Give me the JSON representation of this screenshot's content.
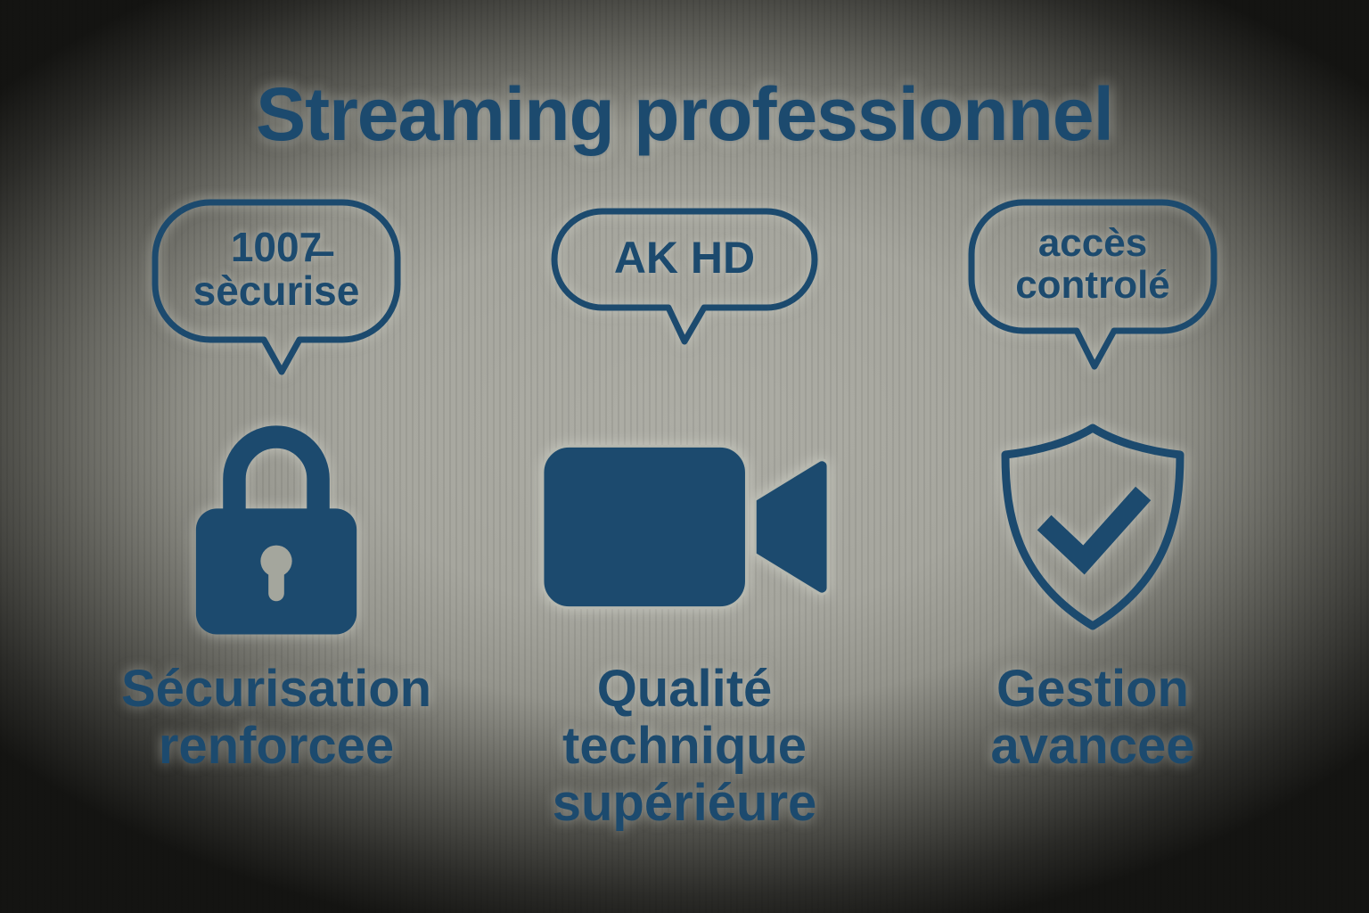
{
  "title": "Streaming professionnel",
  "colors": {
    "navy": "#1c4a6e",
    "background_center": "#a9a9a1",
    "background_edge": "#141412"
  },
  "columns": [
    {
      "id": "security",
      "bubble": {
        "line1": "1007̶",
        "line2": "sècurise"
      },
      "icon": "lock-icon",
      "caption": {
        "line1": "Sécurisation",
        "line2": "renforcee"
      }
    },
    {
      "id": "quality",
      "bubble": {
        "line1": "AK HD"
      },
      "icon": "video-camera-icon",
      "caption": {
        "line1": "Qualité",
        "line2": "technique",
        "line3": "supériéure"
      }
    },
    {
      "id": "management",
      "bubble": {
        "line1": "accès",
        "line2": "controlé"
      },
      "icon": "shield-check-icon",
      "caption": {
        "line1": "Gestion",
        "line2": "avancee"
      }
    }
  ]
}
